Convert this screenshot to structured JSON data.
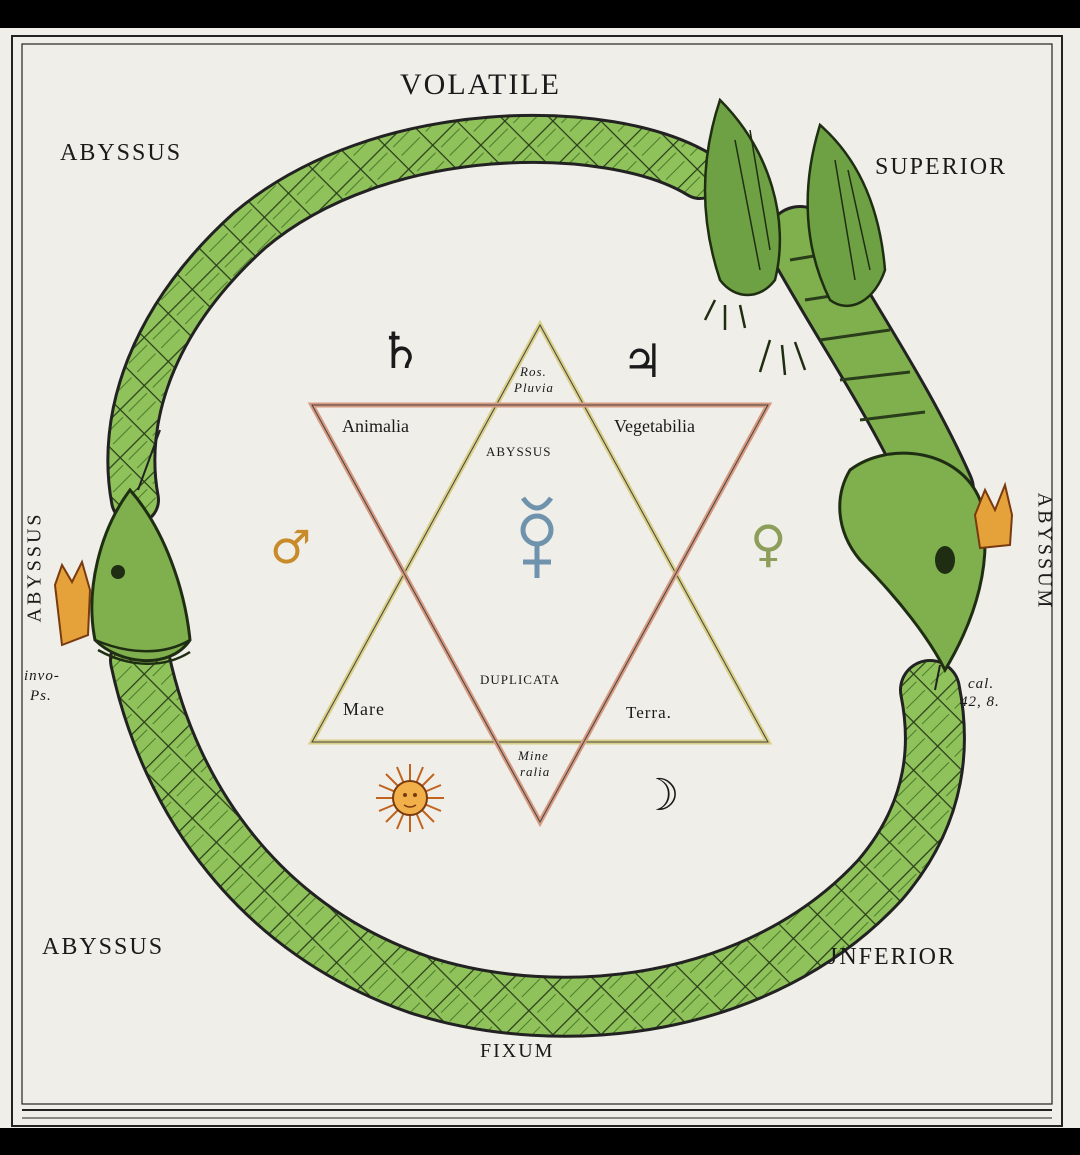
{
  "labels": {
    "top": "VOLATILE",
    "bottom": "FIXUM",
    "top_left": "ABYSSUS",
    "top_right": "SUPERIOR",
    "bottom_left": "ABYSSUS",
    "bottom_right": "JNFERIOR",
    "left_vertical": "ABYSSUS",
    "right_vertical": "ABYSSUM",
    "left_note_1": "invo-",
    "left_note_2": "Ps.",
    "right_note_1": "cal.",
    "right_note_2": "42, 8."
  },
  "star": {
    "top_point_1": "Ros.",
    "top_point_2": "Pluvia",
    "upper_left": "Animalia",
    "upper_right": "Vegetabilia",
    "center_top": "ABYSSUS",
    "center_bottom": "DUPLICATA",
    "lower_left": "Mare",
    "lower_right": "Terra.",
    "bottom_point_1": "Mine",
    "bottom_point_2": "ralia"
  },
  "symbols": {
    "saturn": "♄",
    "jupiter": "♃",
    "mars": "♂",
    "venus": "♀",
    "mercury": "☿",
    "moon": "☽"
  },
  "colors": {
    "paper": "#efeee8",
    "serpent_green": "#8fc25a",
    "serpent_dark": "#3f6b25",
    "triangle_yellow": "#d9cf86",
    "triangle_red": "#d79a80",
    "crown_orange": "#e6a23a",
    "sun_orange": "#e39a3a",
    "mercury_blue": "#7da0b8"
  }
}
